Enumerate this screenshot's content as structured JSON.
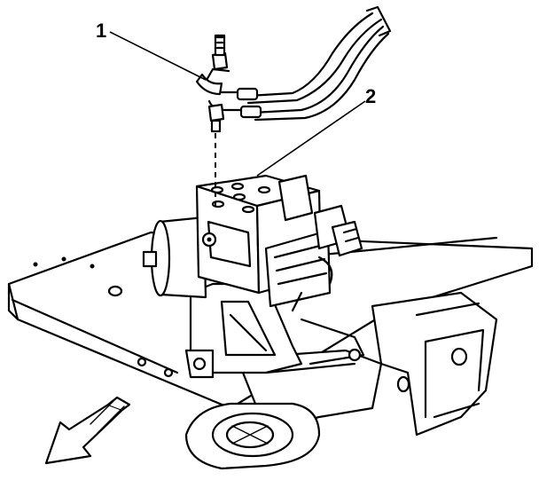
{
  "callouts": [
    {
      "id": "1",
      "label": "1"
    },
    {
      "id": "2",
      "label": "2"
    }
  ],
  "icons": [
    "direction-arrow-icon"
  ]
}
